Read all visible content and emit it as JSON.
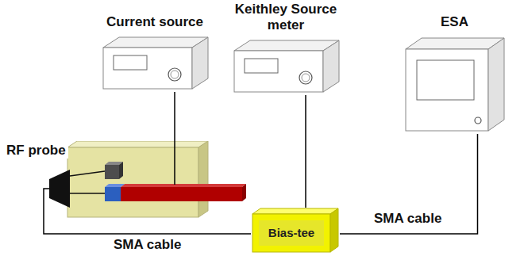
{
  "diagram": {
    "nodes": [
      {
        "text": [
          "Current source"
        ]
      },
      {
        "text": [
          "Keithley Source meter"
        ]
      },
      {
        "text": [
          "ESA"
        ]
      },
      {
        "text": [
          "RF probe"
        ]
      },
      {
        "text": [
          "Bias-tee"
        ]
      }
    ],
    "edges": [
      {
        "from": 0,
        "to": 3,
        "arrow": "none"
      },
      {
        "from": 1,
        "to": 4,
        "arrow": "none"
      },
      {
        "from": 3,
        "to": 4,
        "arrow": "none",
        "label": "SMA cable"
      },
      {
        "from": 4,
        "to": 2,
        "arrow": "none",
        "label": "SMA cable"
      }
    ]
  }
}
